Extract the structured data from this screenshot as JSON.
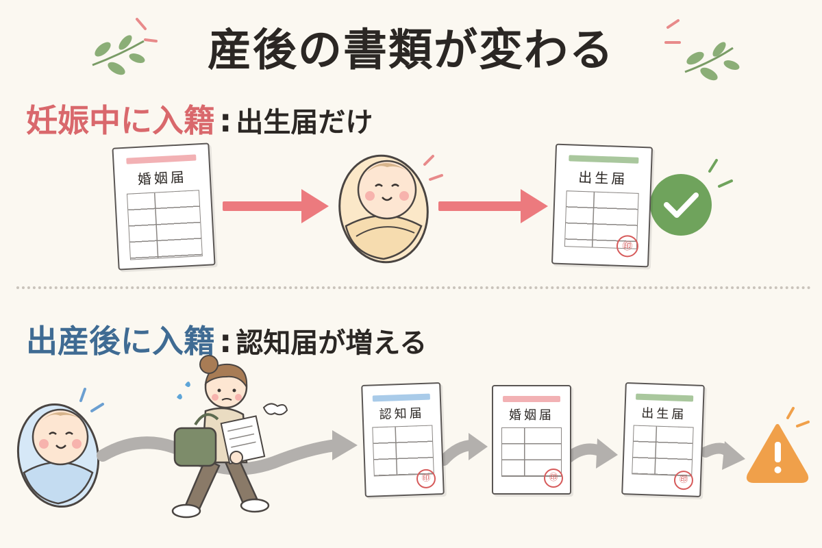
{
  "title": "産後の書類が変わる",
  "section_pregnancy": {
    "lead": "妊娠中に入籍",
    "separator": ":",
    "desc": "出生届だけ",
    "docs": {
      "marriage": "婚姻届",
      "birth": "出生届"
    }
  },
  "section_postbirth": {
    "lead": "出産後に入籍",
    "separator": ":",
    "desc": "認知届が増える",
    "docs": {
      "acknowledgment": "認知届",
      "marriage": "婚姻届",
      "birth": "出生届"
    }
  },
  "seal_char": "㊞",
  "colors": {
    "pregnancy_accent": "#d9686c",
    "postbirth_accent": "#3f6b93",
    "check_green": "#6fa35c",
    "warning_orange": "#f0a04a",
    "arrow_pink": "#ec7a7e",
    "arrow_gray": "#b3b0ad"
  },
  "icons": [
    "leaf-icon",
    "check-icon",
    "warning-icon",
    "baby-icon",
    "mother-icon"
  ]
}
